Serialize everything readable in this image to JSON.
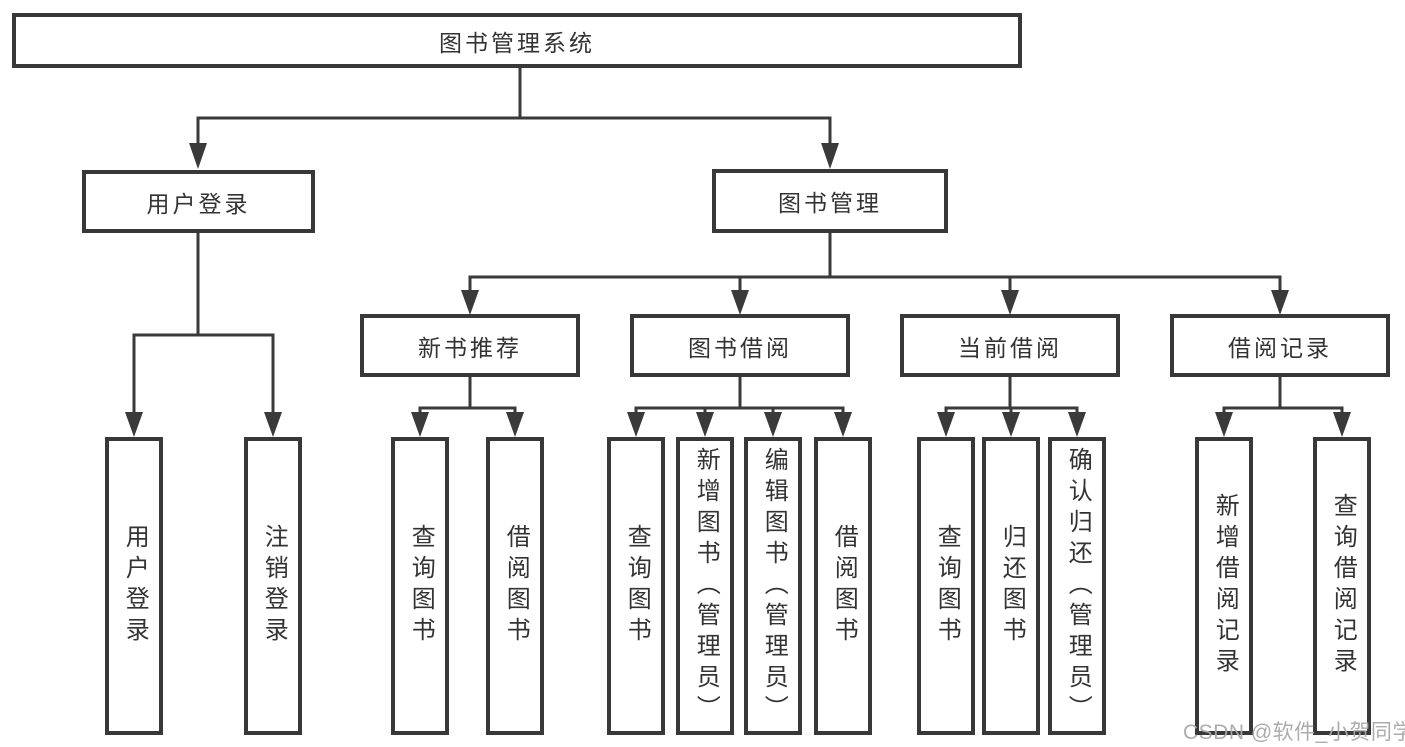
{
  "diagram": {
    "title": "图书管理系统",
    "level2": [
      "用户登录",
      "图书管理"
    ],
    "level3": [
      "新书推荐",
      "图书借阅",
      "当前借阅",
      "借阅记录"
    ],
    "leaves": {
      "user_login": [
        "用户登录",
        "注销登录"
      ],
      "new_book_recommend": [
        "查询图书",
        "借阅图书"
      ],
      "book_borrow": [
        "查询图书",
        "新增图书（管理员）",
        "编辑图书（管理员）",
        "借阅图书"
      ],
      "current_borrow": [
        "查询图书",
        "归还图书",
        "确认归还（管理员）"
      ],
      "borrow_records": [
        "新增借阅记录",
        "查询借阅记录"
      ]
    }
  },
  "watermark": "CSDN @软件_小贺同学",
  "colors": {
    "line": "#3a3a3a",
    "box_border": "#383838",
    "text": "#333333",
    "watermark": "#a8a8a8",
    "background": "#ffffff"
  }
}
